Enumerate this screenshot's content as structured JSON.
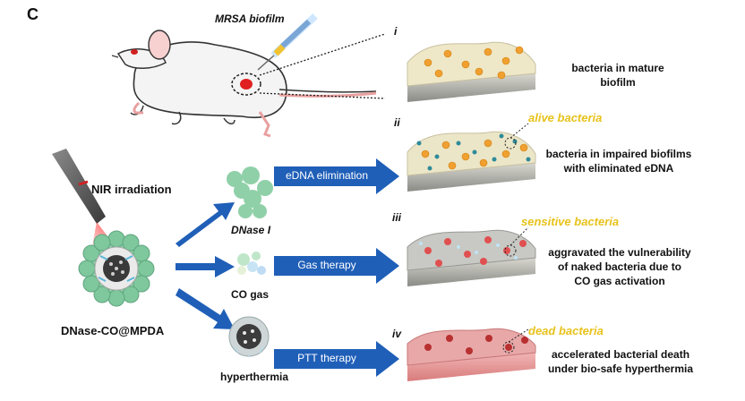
{
  "panel_letter": "C",
  "mouse_label": "MRSA biofilm",
  "nir_label": "NIR irradiation",
  "nanoparticle_label": "DNase-CO@MPDA",
  "components": {
    "dnase": "DNase I",
    "co": "CO gas",
    "hyper": "hyperthermia"
  },
  "arrows": {
    "edna": "eDNA elimination",
    "gas": "Gas therapy",
    "ptt": "PTT therapy"
  },
  "panels": [
    {
      "roman": "i",
      "tag": "",
      "desc_lines": [
        "bacteria in mature",
        "biofilm"
      ]
    },
    {
      "roman": "ii",
      "tag": "alive bacteria",
      "desc_lines": [
        "bacteria in impaired  biofilms",
        "with eliminated eDNA"
      ]
    },
    {
      "roman": "iii",
      "tag": "sensitive bacteria",
      "desc_lines": [
        "aggravated the vulnerability",
        "of naked bacteria due to",
        "CO gas activation"
      ]
    },
    {
      "roman": "iv",
      "tag": "dead bacteria",
      "desc_lines": [
        "accelerated bacterial death",
        "under bio-safe hyperthermia"
      ]
    }
  ],
  "colors": {
    "arrow_blue": "#1f5fb8",
    "tag_yellow": "#e8c21a",
    "dnase_green": "#8fd0a8",
    "live_orange": "#f0a030",
    "sensitive_red": "#e05050",
    "dead_red": "#b83030"
  }
}
